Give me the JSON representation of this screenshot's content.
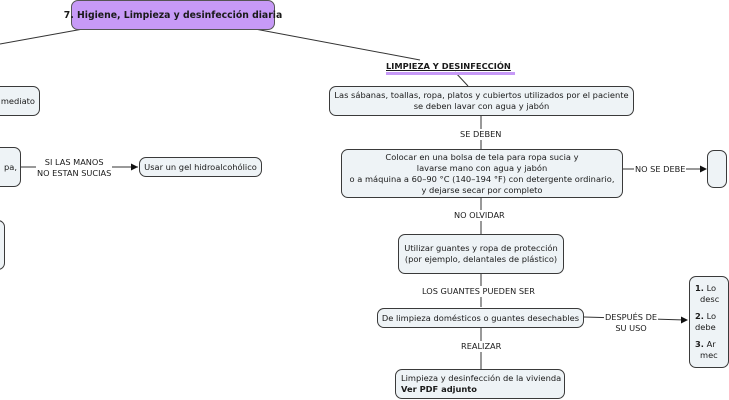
{
  "root": {
    "title": "7. Higiene, Limpieza y desinfección diaria",
    "color": "#c79af7"
  },
  "left_branch": {
    "node_partial_1": "mediato",
    "node_partial_2": "pa,",
    "link_label_manos": [
      "SI LAS MANOS",
      "NO ESTAN SUCIAS"
    ],
    "node_gel": "Usar un gel hidroalcohólico"
  },
  "right_branch": {
    "heading": "LIMPIEZA Y DESINFECCIÓN",
    "node_sabanas": [
      "Las sábanas, toallas, ropa, platos y cubiertos utilizados por el paciente",
      "se deben lavar con agua y jabón"
    ],
    "link_se_deben": "SE DEBEN",
    "node_colocar": [
      "Colocar en una bolsa de tela para ropa sucia y",
      "lavarse  mano con agua y  jabón",
      "o a máquina a 60–90 °C (140–194 °F) con detergente ordinario,",
      "y dejarse secar por completo"
    ],
    "link_no_se_debe": "NO SE DEBE",
    "link_no_olvidar": "NO OLVIDAR",
    "node_guantes": [
      "Utilizar guantes y ropa de protección",
      "(por ejemplo, delantales de plástico)"
    ],
    "link_guantes_pueden": "LOS GUANTES PUEDEN SER",
    "node_tipos_guantes": "De limpieza domésticos o guantes desechables",
    "link_despues": [
      "DESPUÉS DE",
      "SU USO"
    ],
    "node_pasos": [
      {
        "num": "1.",
        "lines": [
          "Lo",
          "desc"
        ]
      },
      {
        "num": "2.",
        "lines": [
          "Lo",
          "debe"
        ]
      },
      {
        "num": "3.",
        "lines": [
          "Ar",
          "mec"
        ]
      }
    ],
    "link_realizar": "REALIZAR",
    "node_vivienda": {
      "line1": "Limpieza y desinfección de la vivienda",
      "line2": "Ver PDF adjunto"
    }
  }
}
